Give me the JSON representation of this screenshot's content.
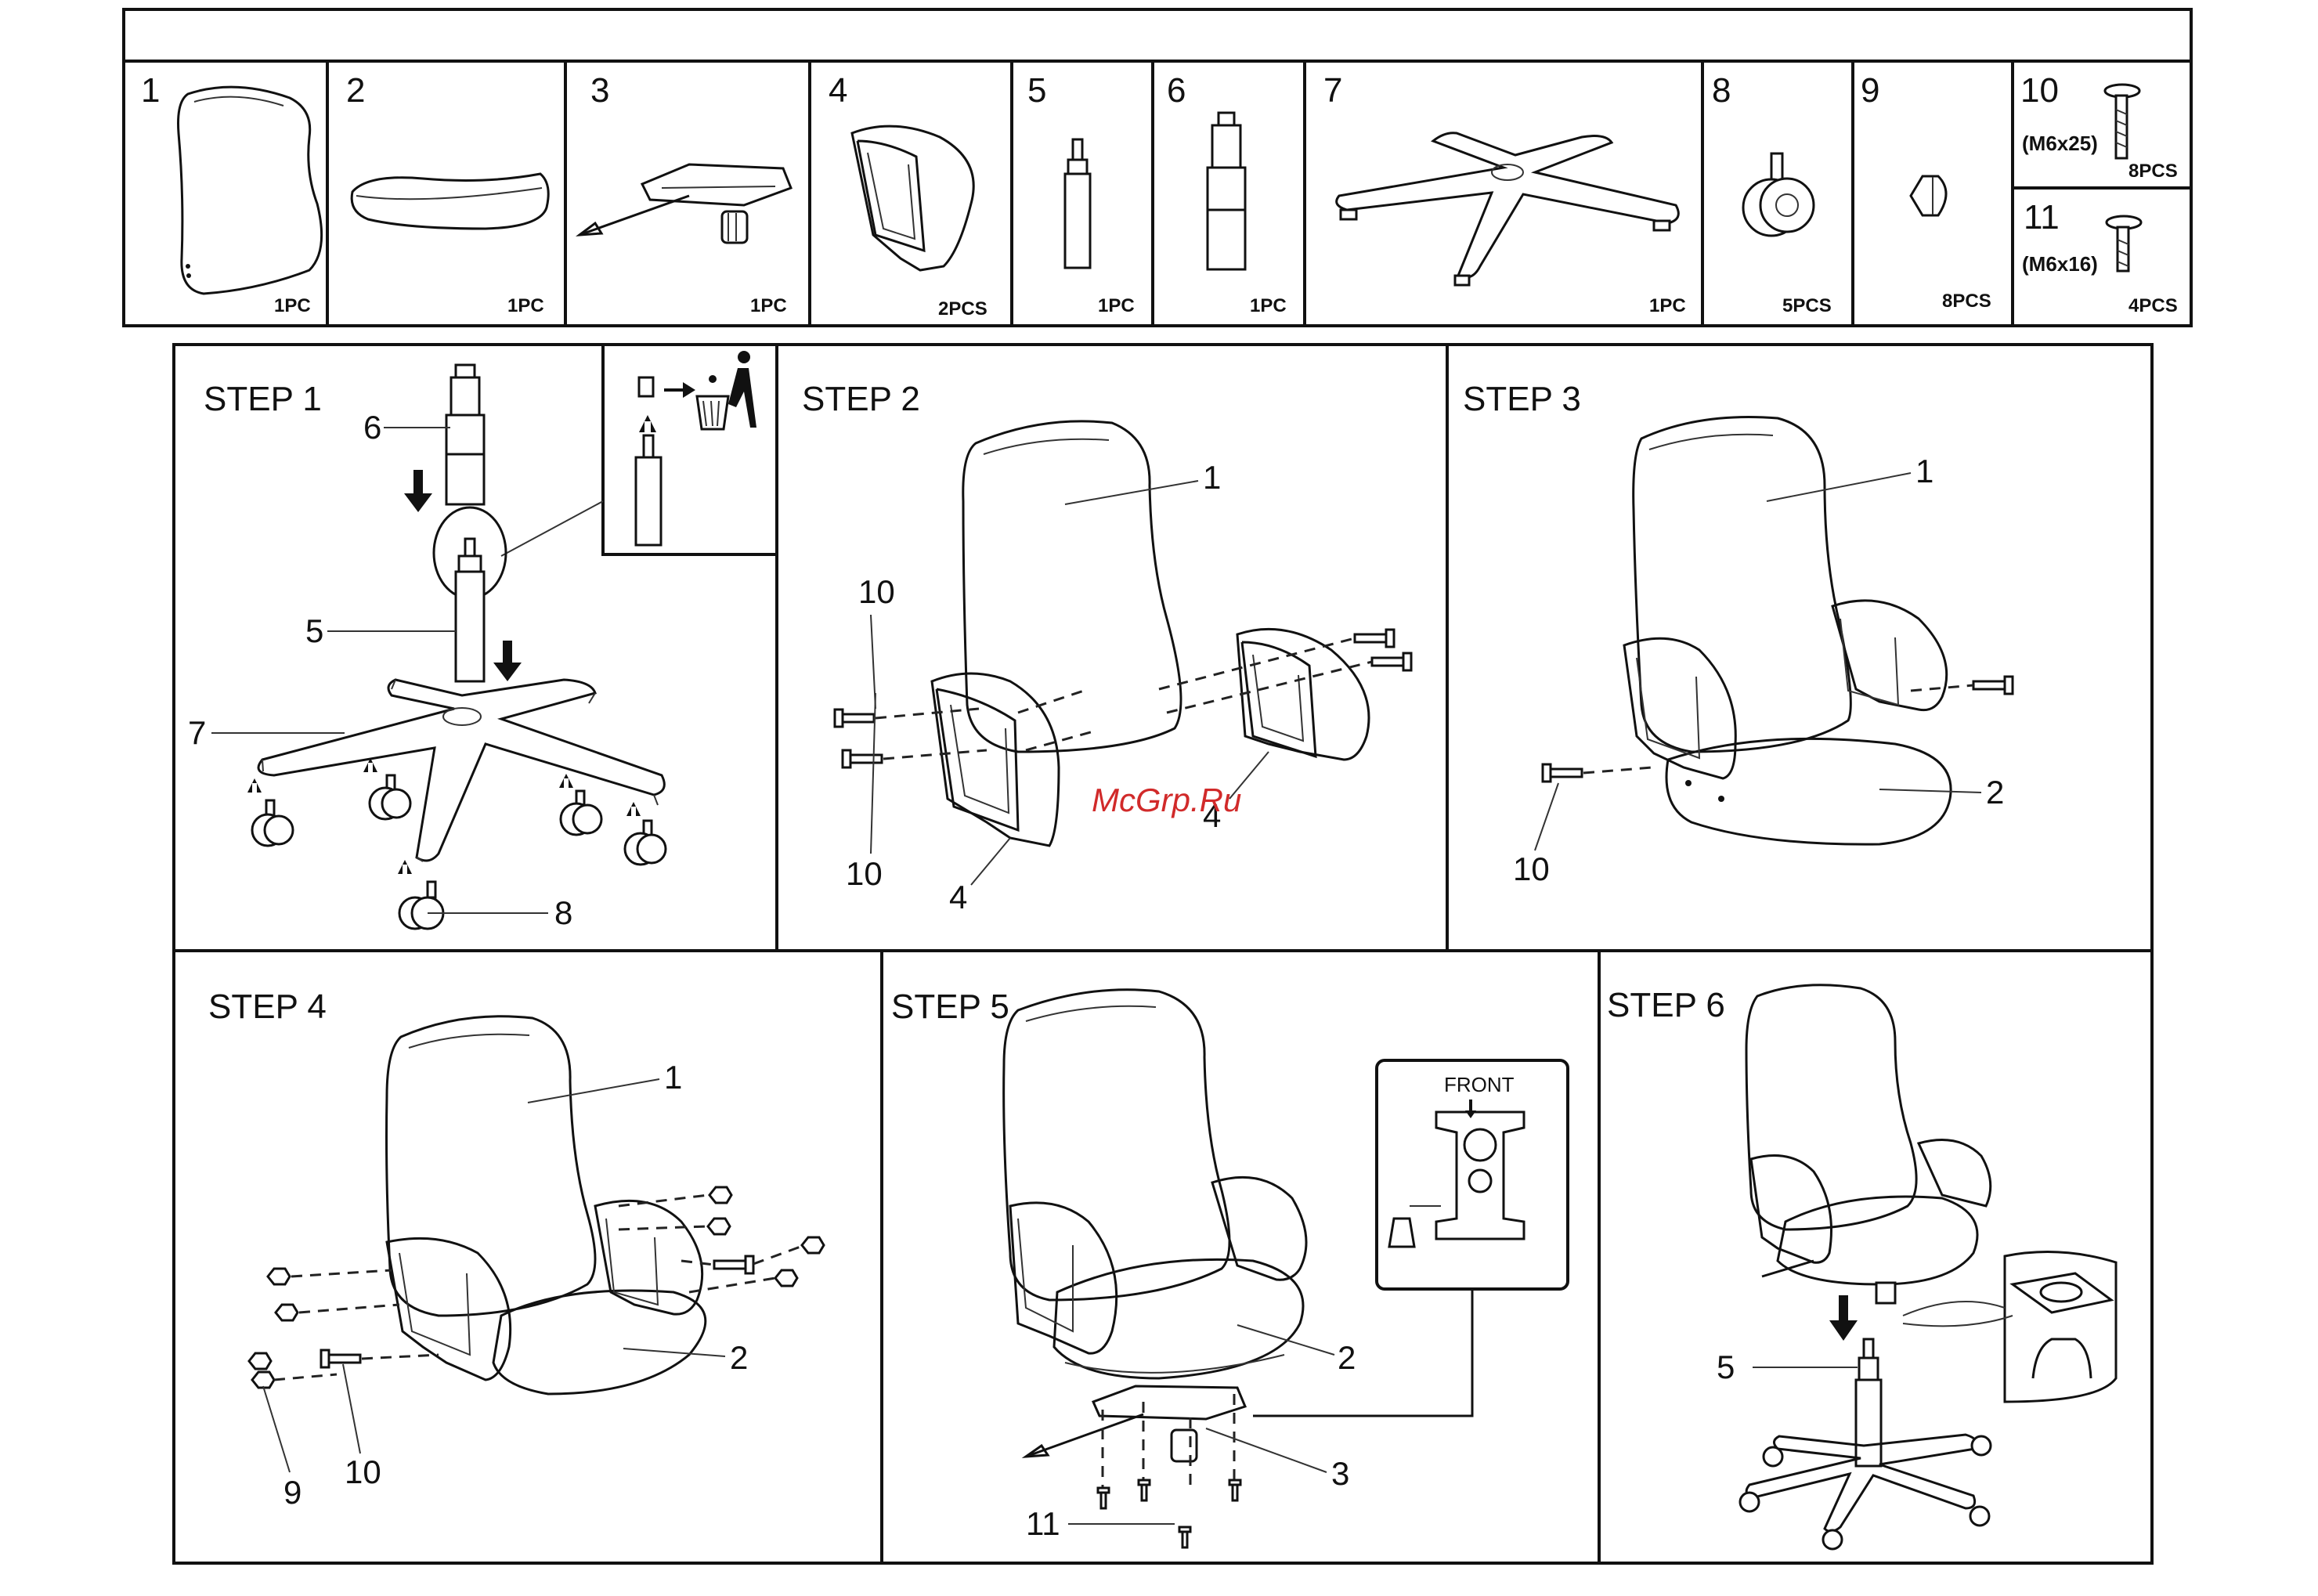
{
  "parts": [
    {
      "num": "1",
      "qty": "1PC",
      "icon": "backrest-icon"
    },
    {
      "num": "2",
      "qty": "1PC",
      "icon": "seat-icon"
    },
    {
      "num": "3",
      "qty": "1PC",
      "icon": "mechanism-icon"
    },
    {
      "num": "4",
      "qty": "2PCS",
      "icon": "armrest-icon"
    },
    {
      "num": "5",
      "qty": "1PC",
      "icon": "gas-lift-icon"
    },
    {
      "num": "6",
      "qty": "1PC",
      "icon": "gas-lift-cover-icon"
    },
    {
      "num": "7",
      "qty": "1PC",
      "icon": "base-icon"
    },
    {
      "num": "8",
      "qty": "5PCS",
      "icon": "caster-icon"
    },
    {
      "num": "9",
      "qty": "8PCS",
      "icon": "cap-icon"
    },
    {
      "num": "10",
      "size": "(M6x25)",
      "qty": "8PCS",
      "icon": "bolt-icon"
    },
    {
      "num": "11",
      "size": "(M6x16)",
      "qty": "4PCS",
      "icon": "bolt-icon"
    }
  ],
  "steps": [
    {
      "title": "STEP 1",
      "callouts": [
        "6",
        "5",
        "7",
        "8"
      ]
    },
    {
      "title": "STEP 2",
      "callouts": [
        "1",
        "10",
        "10",
        "4",
        "4"
      ]
    },
    {
      "title": "STEP 3",
      "callouts": [
        "1",
        "2",
        "10"
      ]
    },
    {
      "title": "STEP 4",
      "callouts": [
        "1",
        "2",
        "10",
        "9"
      ]
    },
    {
      "title": "STEP 5",
      "callouts": [
        "2",
        "3",
        "11"
      ],
      "front_label": "FRONT"
    },
    {
      "title": "STEP 6",
      "callouts": [
        "5"
      ]
    }
  ],
  "watermark": "McGrp.Ru",
  "colors": {
    "line": "#111111",
    "watermark": "#d12a2a"
  }
}
